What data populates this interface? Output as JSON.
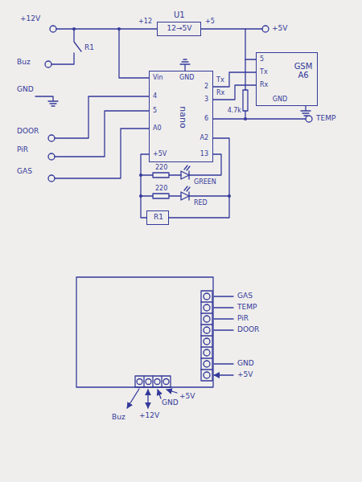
{
  "diagram": {
    "nodes": [
      {
        "text": [
          "U1",
          "12→5V"
        ]
      },
      {
        "text": [
          "GSM A6"
        ]
      },
      {
        "text": [
          "nano"
        ]
      },
      {
        "text": [
          "R1"
        ]
      }
    ],
    "edges": [
      {
        "from": 0,
        "to": 1,
        "arrow": "none"
      },
      {
        "from": 2,
        "to": 1,
        "arrow": "none"
      },
      {
        "from": 2,
        "to": 1,
        "arrow": "none"
      },
      {
        "from": 2,
        "to": 3,
        "arrow": "none"
      }
    ],
    "labels": [
      "+12V",
      "R1",
      "Buz",
      "GND",
      "DOOR",
      "PiR",
      "GAS",
      "+12",
      "+5",
      "+5V",
      "Vin",
      "GND",
      "2",
      "3",
      "4",
      "5",
      "A0",
      "6",
      "A2",
      "+5V",
      "13",
      "Tx",
      "Rx",
      "5",
      "Tx",
      "Rx",
      "GND",
      "4.7k",
      "TEMP",
      "220",
      "GREEN",
      "220",
      "RED",
      "GAS",
      "TEMP",
      "PiR",
      "DOOR",
      "GND",
      "+5V",
      "Buz",
      "+12V",
      "GND",
      "+5V"
    ]
  }
}
